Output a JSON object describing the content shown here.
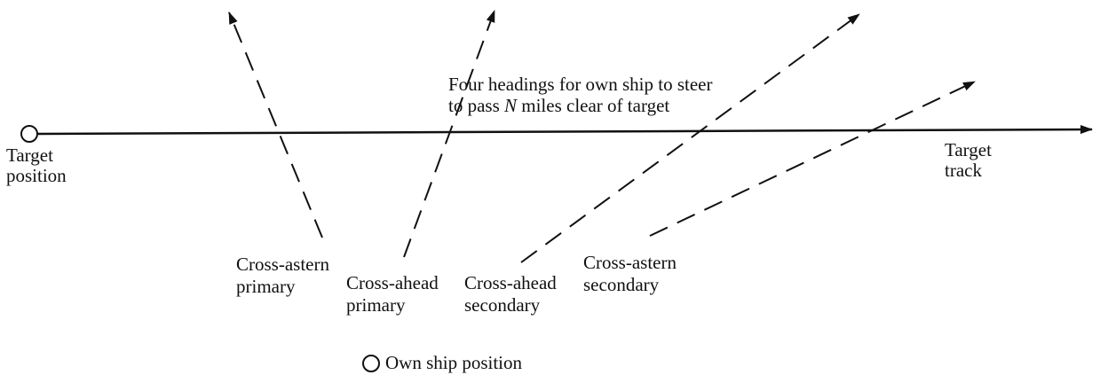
{
  "diagram": {
    "target": {
      "label_line1": "Target",
      "label_line2": "position"
    },
    "target_track": {
      "label_line1": "Target",
      "label_line2": "track"
    },
    "caption": {
      "line1": "Four headings for own ship to steer",
      "line2_before": "to pass ",
      "line2_italic": "N",
      "line2_after": " miles clear of target"
    },
    "headings": [
      {
        "line1": "Cross-astern",
        "line2": "primary"
      },
      {
        "line1": "Cross-ahead",
        "line2": "primary"
      },
      {
        "line1": "Cross-ahead",
        "line2": "secondary"
      },
      {
        "line1": "Cross-astern",
        "line2": "secondary"
      }
    ],
    "own_ship": {
      "label": "Own ship position"
    },
    "colors": {
      "ink": "#111111",
      "background": "#ffffff"
    }
  }
}
